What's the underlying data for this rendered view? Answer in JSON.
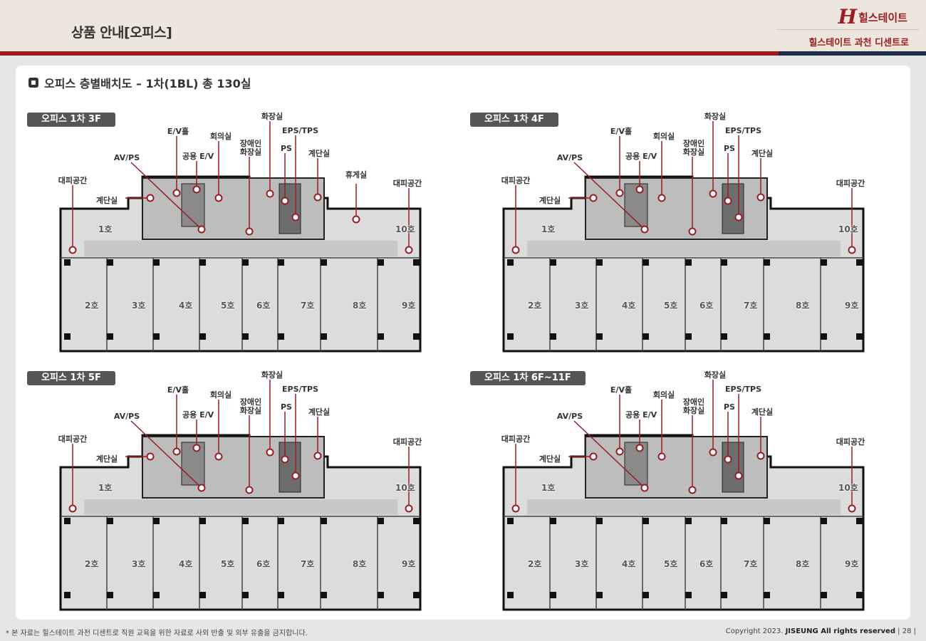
{
  "header": {
    "title": "상품 안내[오피스]",
    "logo_mark": "H",
    "logo_text": "힐스테이트",
    "subtitle": "힐스테이트 과천 디센트로"
  },
  "section": {
    "title": "오피스 층별배치도 – 1차(1BL) 총 130실"
  },
  "labels": {
    "refuge": "대피공간",
    "stairs": "계단실",
    "av_ps": "AV/PS",
    "ev_hall": "E/V홀",
    "public_ev": "공용 E/V",
    "meeting": "회의실",
    "accessible_restroom": "장애인\n화장실",
    "restroom": "화장실",
    "ps": "PS",
    "eps_tps": "EPS/TPS",
    "lounge": "휴게실"
  },
  "units": [
    "1호",
    "2호",
    "3호",
    "4호",
    "5호",
    "6호",
    "7호",
    "8호",
    "9호",
    "10호"
  ],
  "plans": [
    {
      "title": "오피스 1차 3F",
      "has_lounge": true
    },
    {
      "title": "오피스 1차 4F",
      "has_lounge": false
    },
    {
      "title": "오피스 1차 5F",
      "has_lounge": false
    },
    {
      "title": "오피스 1차 6F~11F",
      "has_lounge": false
    }
  ],
  "footer": {
    "disclaimer": "* 본 자료는 힐스테이트 과천 디센트로 직원 교육을 위한 자료로 사외 반출 및 외부 유출을 금지합니다.",
    "copyright_prefix": "Copyright 2023. ",
    "copyright_bold": "JISEUNG All rights reserved",
    "page": " | 28 |"
  },
  "colors": {
    "brand_red": "#9b1c23",
    "navy": "#1d2a48",
    "marker": "#9b1c23"
  }
}
